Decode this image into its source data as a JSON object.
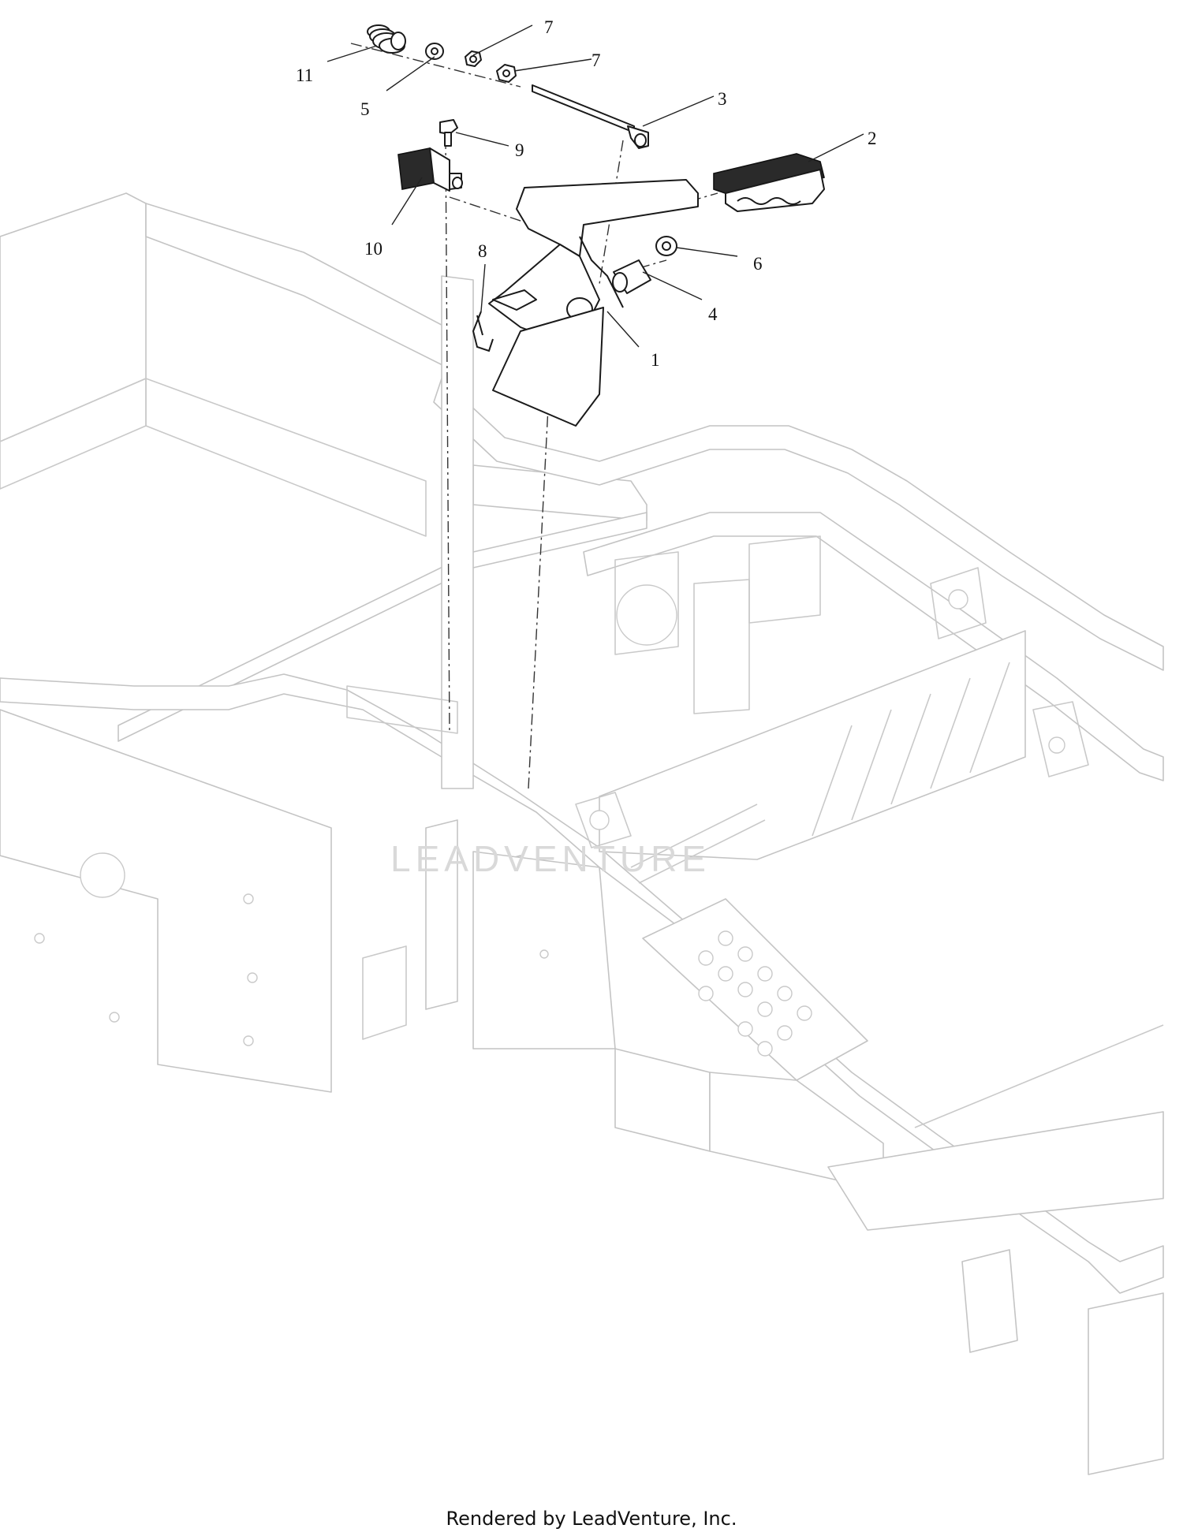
{
  "callouts": [
    {
      "id": "1",
      "label": "1"
    },
    {
      "id": "2",
      "label": "2"
    },
    {
      "id": "3",
      "label": "3"
    },
    {
      "id": "4",
      "label": "4"
    },
    {
      "id": "5",
      "label": "5"
    },
    {
      "id": "6",
      "label": "6"
    },
    {
      "id": "7a",
      "label": "7"
    },
    {
      "id": "7b",
      "label": "7"
    },
    {
      "id": "8",
      "label": "8"
    },
    {
      "id": "9",
      "label": "9"
    },
    {
      "id": "10",
      "label": "10"
    },
    {
      "id": "11",
      "label": "11"
    }
  ],
  "watermark": {
    "text": "LEADVENTURE"
  },
  "footer": {
    "text": "Rendered by LeadVenture, Inc."
  },
  "colors": {
    "background": "#ffffff",
    "frame_line": "#c9c9c9",
    "part_line": "#1a1a1a",
    "text": "#111111"
  }
}
